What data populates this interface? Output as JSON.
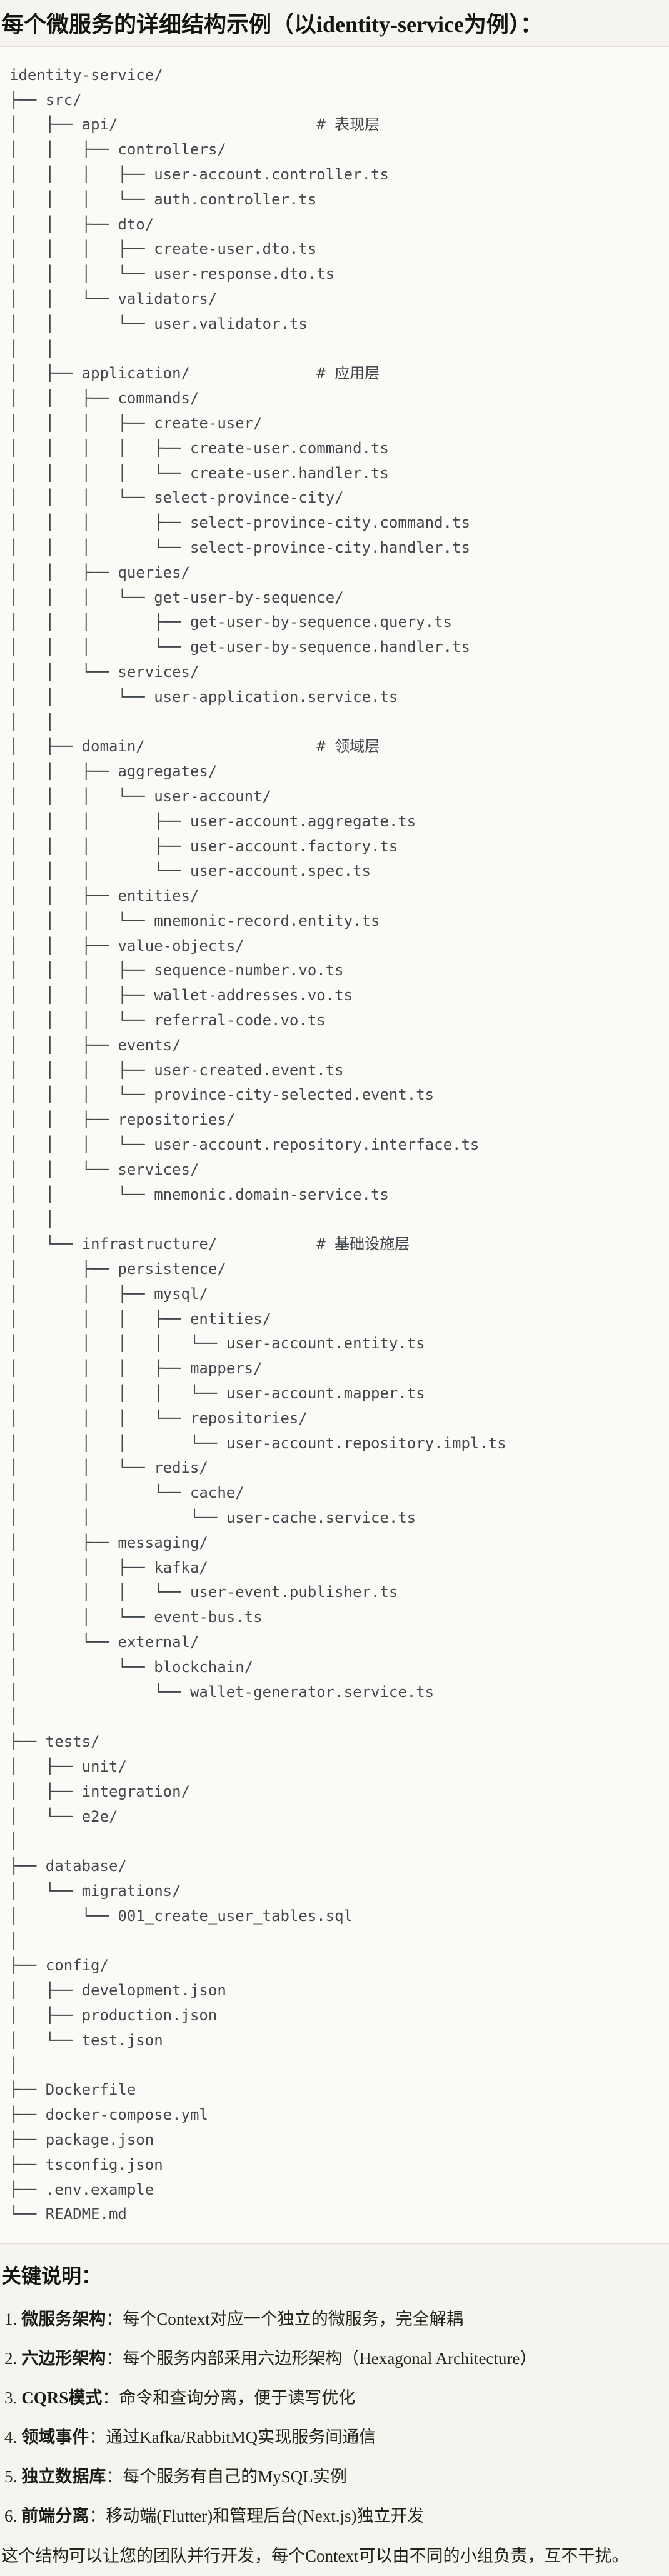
{
  "title": "每个微服务的详细结构示例（以identity-service为例）：",
  "tree": {
    "lines": [
      "identity-service/",
      "├── src/",
      "│   ├── api/                      # 表现层",
      "│   │   ├── controllers/",
      "│   │   │   ├── user-account.controller.ts",
      "│   │   │   └── auth.controller.ts",
      "│   │   ├── dto/",
      "│   │   │   ├── create-user.dto.ts",
      "│   │   │   └── user-response.dto.ts",
      "│   │   └── validators/",
      "│   │       └── user.validator.ts",
      "│   │",
      "│   ├── application/              # 应用层",
      "│   │   ├── commands/",
      "│   │   │   ├── create-user/",
      "│   │   │   │   ├── create-user.command.ts",
      "│   │   │   │   └── create-user.handler.ts",
      "│   │   │   └── select-province-city/",
      "│   │   │       ├── select-province-city.command.ts",
      "│   │   │       └── select-province-city.handler.ts",
      "│   │   ├── queries/",
      "│   │   │   └── get-user-by-sequence/",
      "│   │   │       ├── get-user-by-sequence.query.ts",
      "│   │   │       └── get-user-by-sequence.handler.ts",
      "│   │   └── services/",
      "│   │       └── user-application.service.ts",
      "│   │",
      "│   ├── domain/                   # 领域层",
      "│   │   ├── aggregates/",
      "│   │   │   └── user-account/",
      "│   │   │       ├── user-account.aggregate.ts",
      "│   │   │       ├── user-account.factory.ts",
      "│   │   │       └── user-account.spec.ts",
      "│   │   ├── entities/",
      "│   │   │   └── mnemonic-record.entity.ts",
      "│   │   ├── value-objects/",
      "│   │   │   ├── sequence-number.vo.ts",
      "│   │   │   ├── wallet-addresses.vo.ts",
      "│   │   │   └── referral-code.vo.ts",
      "│   │   ├── events/",
      "│   │   │   ├── user-created.event.ts",
      "│   │   │   └── province-city-selected.event.ts",
      "│   │   ├── repositories/",
      "│   │   │   └── user-account.repository.interface.ts",
      "│   │   └── services/",
      "│   │       └── mnemonic.domain-service.ts",
      "│   │",
      "│   └── infrastructure/           # 基础设施层",
      "│       ├── persistence/",
      "│       │   ├── mysql/",
      "│       │   │   ├── entities/",
      "│       │   │   │   └── user-account.entity.ts",
      "│       │   │   ├── mappers/",
      "│       │   │   │   └── user-account.mapper.ts",
      "│       │   │   └── repositories/",
      "│       │   │       └── user-account.repository.impl.ts",
      "│       │   └── redis/",
      "│       │       └── cache/",
      "│       │           └── user-cache.service.ts",
      "│       ├── messaging/",
      "│       │   ├── kafka/",
      "│       │   │   └── user-event.publisher.ts",
      "│       │   └── event-bus.ts",
      "│       └── external/",
      "│           └── blockchain/",
      "│               └── wallet-generator.service.ts",
      "│",
      "├── tests/",
      "│   ├── unit/",
      "│   ├── integration/",
      "│   └── e2e/",
      "│",
      "├── database/",
      "│   └── migrations/",
      "│       └── 001_create_user_tables.sql",
      "│",
      "├── config/",
      "│   ├── development.json",
      "│   ├── production.json",
      "│   └── test.json",
      "│",
      "├── Dockerfile",
      "├── docker-compose.yml",
      "├── package.json",
      "├── tsconfig.json",
      "├── .env.example",
      "└── README.md"
    ]
  },
  "notes": {
    "heading": "关键说明：",
    "items": [
      {
        "num": "1.",
        "label": "微服务架构",
        "text": "：每个Context对应一个独立的微服务，完全解耦"
      },
      {
        "num": "2.",
        "label": "六边形架构",
        "text": "：每个服务内部采用六边形架构（Hexagonal Architecture）"
      },
      {
        "num": "3.",
        "label": "CQRS模式",
        "text": "：命令和查询分离，便于读写优化"
      },
      {
        "num": "4.",
        "label": "领域事件",
        "text": "：通过Kafka/RabbitMQ实现服务间通信"
      },
      {
        "num": "5.",
        "label": "独立数据库",
        "text": "：每个服务有自己的MySQL实例"
      },
      {
        "num": "6.",
        "label": "前端分离",
        "text": "：移动端(Flutter)和管理后台(Next.js)独立开发"
      }
    ]
  },
  "closing": "这个结构可以让您的团队并行开发，每个Context可以由不同的小组负责，互不干扰。",
  "colors": {
    "page_bg": "#f5f4ee",
    "code_bg": "#fbfaf6",
    "code_border": "#e0ded6",
    "code_text": "#42474d",
    "heading_text": "#15140f",
    "body_text": "#24231c"
  }
}
